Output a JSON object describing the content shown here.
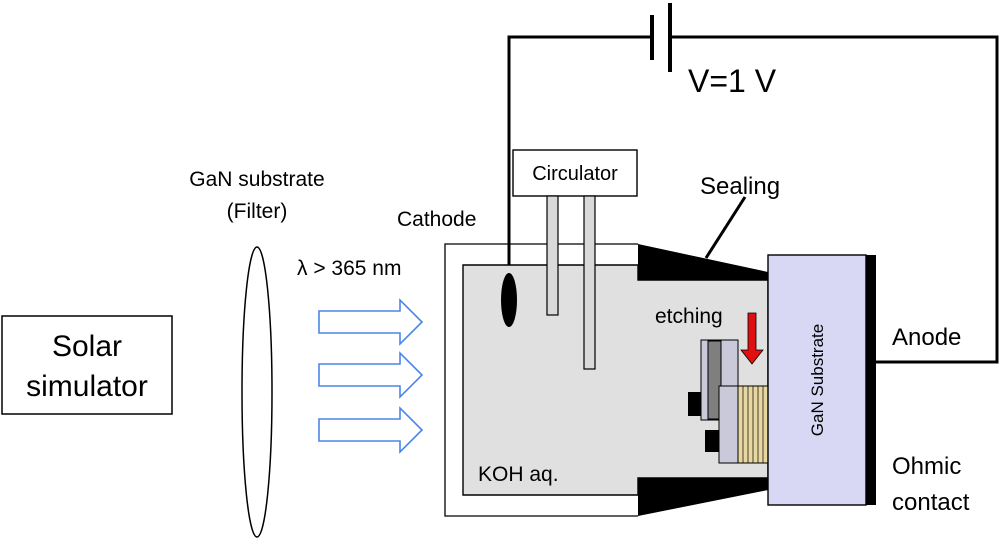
{
  "labels": {
    "voltage": "V=1 V",
    "circulator": "Circulator",
    "sealing": "Sealing",
    "gan_filter_line1": "GaN substrate",
    "gan_filter_line2": "(Filter)",
    "cathode": "Cathode",
    "wavelength": "λ > 365 nm",
    "solar_line1": "Solar",
    "solar_line2": "simulator",
    "etching": "etching",
    "gan_substrate": "GaN Substrate",
    "anode": "Anode",
    "koh": "KOH aq.",
    "ohmic_line1": "Ohmic",
    "ohmic_line2": "contact"
  },
  "colors": {
    "line": "#000000",
    "solution_fill": "#e0e0e0",
    "gan_substrate_fill": "#d8d8f4",
    "arrow_outline": "#4a86e8",
    "etch_arrow": "#e01010",
    "layer_stripes": "#e8d7a0",
    "sample_plate": "#c9c9d9",
    "sample_dark_layer": "#7f7f7f"
  },
  "icons": {
    "light_arrow": "hollow-right-arrow",
    "etch_direction": "down-arrow"
  }
}
